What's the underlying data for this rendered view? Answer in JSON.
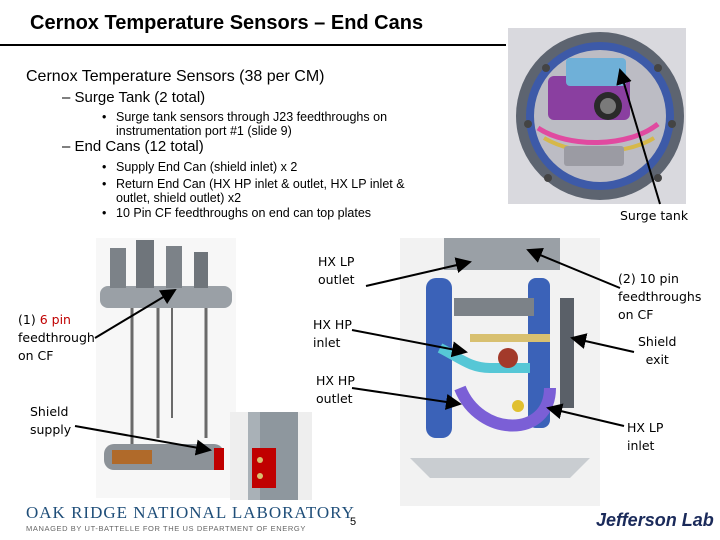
{
  "slide": {
    "title": "Cernox Temperature Sensors – End Cans",
    "page_number": "5"
  },
  "content": {
    "heading": "Cernox Temperature Sensors (38 per CM)",
    "surge_tank": {
      "label": "Surge Tank  (2 total)",
      "bullet_line1": "Surge tank sensors through J23 feedthroughs on",
      "bullet_line2": "instrumentation port #1 (slide 9)"
    },
    "end_cans": {
      "label": "End Cans (12 total)",
      "bullets": [
        "Supply End Can (shield inlet) x 2",
        "Return End Can (HX HP inlet & outlet, HX LP inlet &",
        "outlet, shield outlet) x2",
        "10 Pin CF feedthroughs on end can top plates"
      ]
    }
  },
  "callouts": {
    "surge_tank": "Surge tank",
    "hx_lp_outlet_1": "HX LP",
    "hx_lp_outlet_2": "outlet",
    "feedthrough_count": "(1)",
    "feedthrough_pins": "6 pin",
    "feedthrough_rest_1": "feedthrough",
    "feedthrough_rest_2": "on CF",
    "hx_hp_inlet_1": "HX HP",
    "hx_hp_inlet_2": "inlet",
    "hx_hp_outlet_1": "HX HP",
    "hx_hp_outlet_2": "outlet",
    "shield_supply_1": "Shield",
    "shield_supply_2": "supply",
    "ten_pin_1": "(2) 10 pin",
    "ten_pin_2": "feedthroughs",
    "ten_pin_3": "on CF",
    "shield_exit_1": "Shield",
    "shield_exit_2": "exit",
    "hx_lp_inlet_1": "HX LP",
    "hx_lp_inlet_2": "inlet"
  },
  "footer": {
    "ornl_name": "OAK RIDGE NATIONAL LABORATORY",
    "ornl_sub": "MANAGED BY UT-BATTELLE FOR THE US DEPARTMENT OF ENERGY",
    "jlab_name": "Jefferson Lab"
  },
  "colors": {
    "ornl_blue": "#1f4e79",
    "jlab_navy": "#1a2a5a",
    "highlight_red": "#c00000"
  }
}
